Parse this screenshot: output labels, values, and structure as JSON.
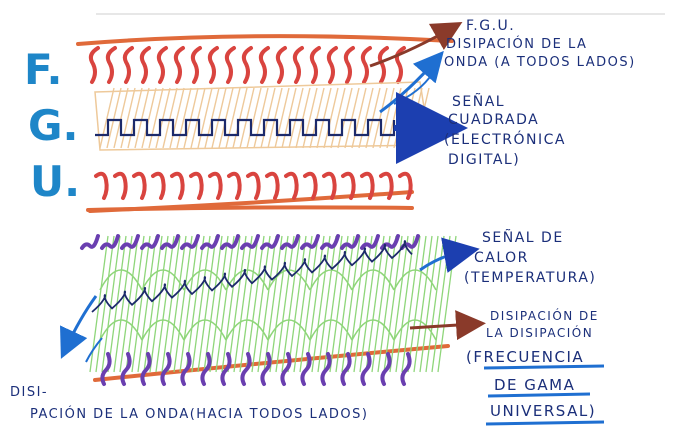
{
  "letters": {
    "f": "F.",
    "g": "G.",
    "u": "U."
  },
  "labels": {
    "fgu": "F.G.U.",
    "disipacion_onda_1": "DISIPACIÓN DE LA",
    "disipacion_onda_2": "ONDA (A TODOS LADOS)",
    "senal_cuadrada_1": "SEÑAL",
    "senal_cuadrada_2": "CUADRADA",
    "senal_cuadrada_3": "(ELECTRÓNICA",
    "senal_cuadrada_4": "DIGITAL)",
    "senal_calor_1": "SEÑAL DE",
    "senal_calor_2": "CALOR",
    "senal_calor_3": "(TEMPERATURA)",
    "disipacion_disipacion_1": "DISIPACIÓN DE",
    "disipacion_disipacion_2": "LA DISIPACIÓN",
    "frecuencia_1": "(FRECUENCIA",
    "frecuencia_2": "DE GAMA",
    "frecuencia_3": "UNIVERSAL)",
    "bottom_1": "DISI-",
    "bottom_2": "PACIÓN DE LA ONDA(HACIA TODOS LADOS)"
  },
  "colors": {
    "orange_line": "#e06a3a",
    "red_wave": "#d9443f",
    "tan_hatch": "#eec99a",
    "square_wave": "#1c2a6b",
    "blue_arrow": "#1f6fd1",
    "brown_arrow": "#8a3a2a",
    "purple_wave": "#6a3fb0",
    "green_hatch": "#8fd67a",
    "loop_wave": "#1c2a6b",
    "text": "#1b2f7a",
    "letters": "#1e86c8"
  }
}
